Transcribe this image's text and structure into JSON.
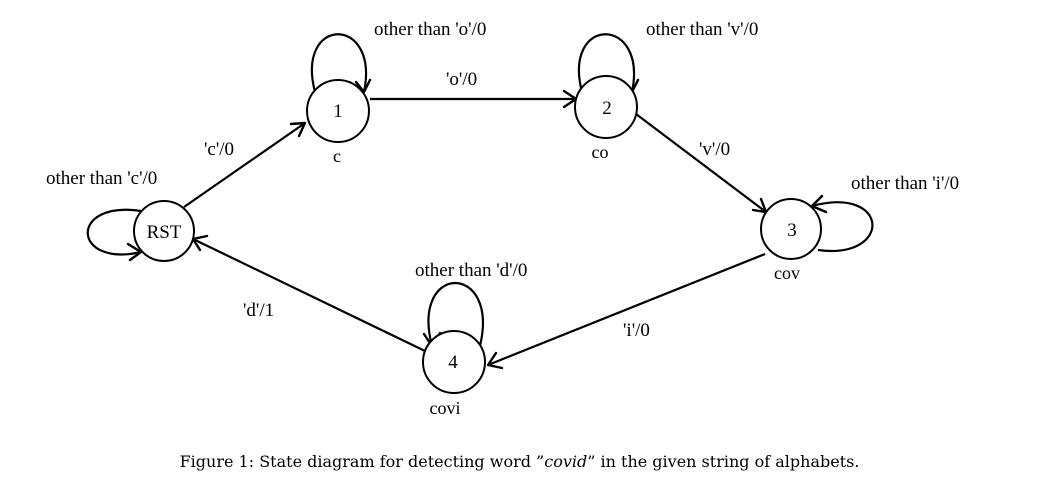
{
  "states": {
    "rst": {
      "label": "RST",
      "sub": ""
    },
    "s1": {
      "label": "1",
      "sub": "c"
    },
    "s2": {
      "label": "2",
      "sub": "co"
    },
    "s3": {
      "label": "3",
      "sub": "cov"
    },
    "s4": {
      "label": "4",
      "sub": "covi"
    }
  },
  "transitions": {
    "rst_self": "other than 'c'/0",
    "rst_to_1": "'c'/0",
    "s1_self": "other than 'o'/0",
    "s1_to_2": "'o'/0",
    "s2_self": "other than 'v'/0",
    "s2_to_3": "'v'/0",
    "s3_self": "other than 'i'/0",
    "s3_to_4": "'i'/0",
    "s4_self": "other than 'd'/0",
    "s4_to_rst": "'d'/1"
  },
  "caption": {
    "prefix": "Figure 1: State diagram for detecting word ”",
    "word": "covid",
    "suffix": "” in the given string of alphabets."
  }
}
